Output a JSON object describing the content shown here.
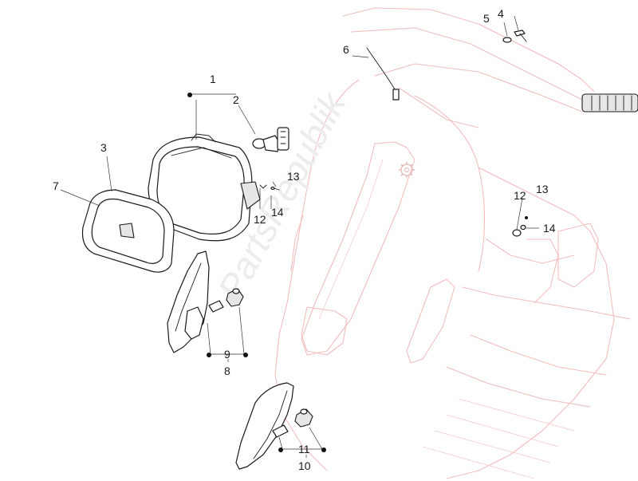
{
  "watermark": "PartsRepublik",
  "callouts": {
    "c1": "1",
    "c2": "2",
    "c3": "3",
    "c4": "4",
    "c5": "5",
    "c6": "6",
    "c7": "7",
    "c8": "8",
    "c9": "9",
    "c10": "10",
    "c11": "11",
    "c12a": "12",
    "c12b": "12",
    "c13a": "13",
    "c13b": "13",
    "c14a": "14",
    "c14b": "14"
  }
}
